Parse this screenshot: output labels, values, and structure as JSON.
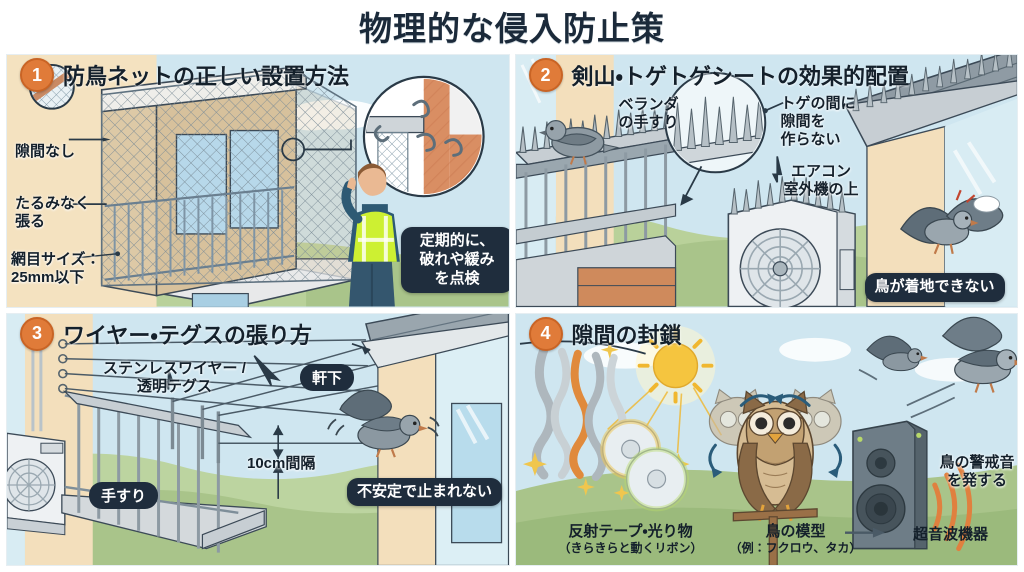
{
  "title": "物理的な侵入防止策",
  "panels": [
    {
      "number": "1",
      "title": "防鳥ネットの正しい設置方法",
      "clipboard_icon": "clipboard-checklist-icon",
      "clipboard_color": "#5d8c6d",
      "labels": [
        {
          "name": "no-gap-label",
          "text": "隙間なし"
        },
        {
          "name": "no-slack-label",
          "text": "たるみなく\n張る"
        },
        {
          "name": "mesh-size-label",
          "text": "網目サイズ：\n25mm以下"
        }
      ],
      "bubble": "定期的に、\n破れや緩み\nを点検",
      "scene_items": [
        "balcony-with-net",
        "inspection-worker",
        "magnifier-inset-hook-detail",
        "mesh-swatch-circle"
      ]
    },
    {
      "number": "2",
      "title": "剣山・トゲトゲシートの効果的配置",
      "clipboard_icon": "clipboard-checklist-icon",
      "clipboard_color": "#e0803f",
      "labels": [
        {
          "name": "balcony-railing-label",
          "text": "ベランダ\nの手すり"
        },
        {
          "name": "no-gap-between-spikes-label",
          "text": "トゲの間に\n隙間を\n作らない"
        },
        {
          "name": "on-top-of-ac-unit-label",
          "text": "エアコン\n室外機の上"
        }
      ],
      "bubble": "鳥が着地できない",
      "scene_items": [
        "spiked-railing",
        "perched-pigeon",
        "spike-closeup-circle",
        "ac-outdoor-unit-with-spikes",
        "roof-edge-spikes",
        "flying-frustrated-pigeon"
      ]
    },
    {
      "number": "3",
      "title": "ワイヤー・テグスの張り方",
      "clipboard_icon": "clipboard-checklist-icon",
      "clipboard_color": "#5d8c6d",
      "labels": [
        {
          "name": "wire-type-label",
          "text": "ステンレスワイヤー /\n透明テグス"
        },
        {
          "name": "spacing-label",
          "text": "10cm間隔"
        }
      ],
      "pills": [
        {
          "name": "eaves-pill",
          "text": "軒下"
        },
        {
          "name": "handrail-pill",
          "text": "手すり"
        }
      ],
      "bubble": "不安定で止まれない",
      "scene_items": [
        "balcony-railing-with-wires",
        "ac-outdoor-unit",
        "house-eaves",
        "unstable-bird"
      ]
    },
    {
      "number": "4",
      "title": "隙間の封鎖",
      "clipboard_icon": "clipboard-checklist-icon",
      "clipboard_color": "#5d8c6d",
      "labels": [
        {
          "name": "alarm-sound-label",
          "text": "鳥の警戒音\nを発する"
        }
      ],
      "captions": [
        {
          "name": "reflective-tape-caption",
          "line1": "反射テープ・光り物",
          "line2": "（きらきらと動くリボン）"
        },
        {
          "name": "bird-decoy-caption",
          "line1": "鳥の模型",
          "line2": "（例：フクロウ、タカ）"
        },
        {
          "name": "ultrasonic-device-caption",
          "line1": "超音波機器",
          "line2": ""
        }
      ],
      "scene_items": [
        "hanging-ribbons",
        "cd-discs",
        "sun",
        "owl-decoy",
        "speaker",
        "flying-birds",
        "arrow-right-icon"
      ]
    }
  ],
  "colors": {
    "badge": "#e07b39",
    "clipboard_green": "#5d8c6d",
    "clipboard_orange": "#e0803f",
    "bubble_dark": "#1f2d3d",
    "sky": "#cfe4ee",
    "grass": "#a9c48a",
    "wall_beige": "#f3dfbc"
  }
}
